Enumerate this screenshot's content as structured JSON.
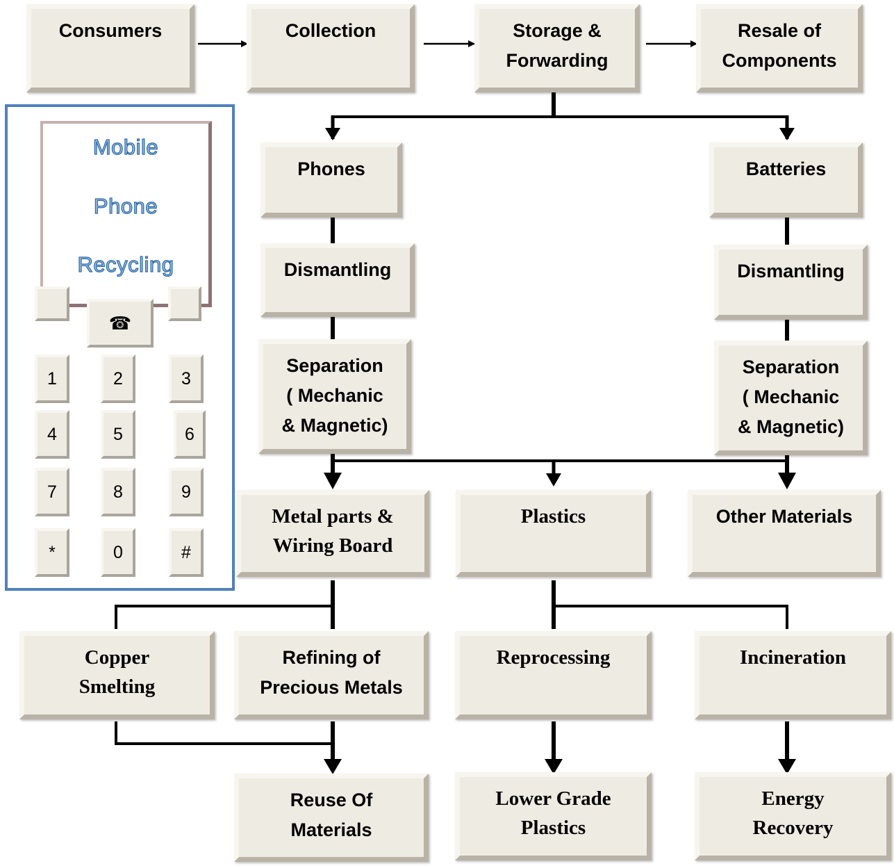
{
  "top_row": {
    "consumers": "Consumers",
    "collection": "Collection",
    "storage_1": "Storage &",
    "storage_2": "Forwarding",
    "resale_1": "Resale of",
    "resale_2": "Components"
  },
  "phones_branch": {
    "phones": "Phones",
    "dismantling": "Dismantling",
    "separation_1": "Separation",
    "separation_2": "( Mechanic",
    "separation_3": "& Magnetic)"
  },
  "batteries_branch": {
    "batteries": "Batteries",
    "dismantling": "Dismantling",
    "separation_1": "Separation",
    "separation_2": "( Mechanic",
    "separation_3": "& Magnetic)"
  },
  "materials": {
    "metal_1": "Metal parts &",
    "metal_2": "Wiring Board",
    "plastics": "Plastics",
    "other": "Other Materials"
  },
  "processing": {
    "copper_1": "Copper",
    "copper_2": "Smelting",
    "refining_1": "Refining of",
    "refining_2": "Precious  Metals",
    "reprocessing": "Reprocessing",
    "incineration": "Incineration"
  },
  "outputs": {
    "reuse_1": "Reuse Of",
    "reuse_2": "Materials",
    "lower_1": "Lower Grade",
    "lower_2": "Plastics",
    "energy_1": "Energy",
    "energy_2": "Recovery"
  },
  "phone_graphic": {
    "screen_line1": "Mobile",
    "screen_line2": "Phone",
    "screen_line3": "Recycling",
    "call_symbol": "☎",
    "keys": [
      "1",
      "2",
      "3",
      "4",
      "5",
      "6",
      "7",
      "8",
      "9",
      "*",
      "0",
      "#"
    ]
  }
}
